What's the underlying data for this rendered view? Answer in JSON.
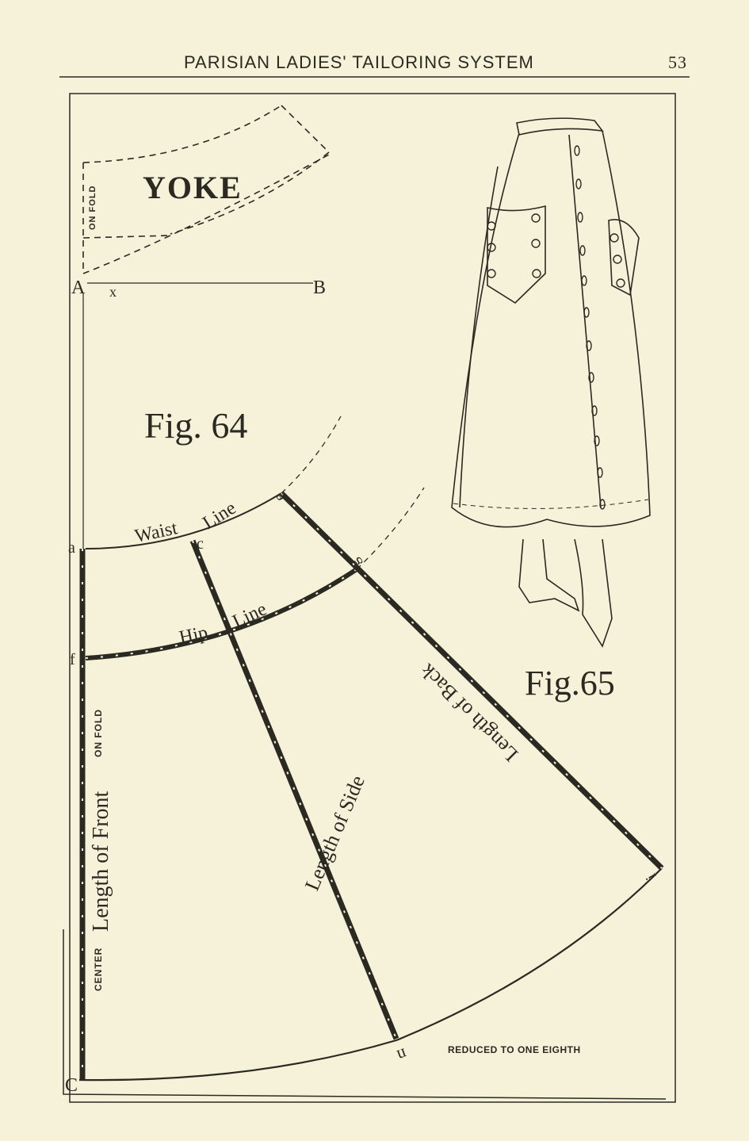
{
  "header": {
    "running_title": "PARISIAN LADIES' TAILORING SYSTEM",
    "page_number": "53"
  },
  "yoke": {
    "title": "YOKE",
    "fold_label": "ON FOLD"
  },
  "points": {
    "A": "A",
    "B": "B",
    "x": "x",
    "a": "a",
    "f": "f",
    "C": "C",
    "c": "c",
    "e": "e",
    "g": "g",
    "i": "i",
    "n": "n"
  },
  "figures": {
    "fig64": "Fig. 64",
    "fig65": "Fig.65"
  },
  "lines": {
    "waist_1": "Waist",
    "waist_2": "Line",
    "hip_1": "Hip",
    "hip_2": "Line",
    "front": "Length of Front",
    "side": "Length of Side",
    "back": "Length of Back",
    "center": "CENTER",
    "on_fold": "ON FOLD"
  },
  "note": "REDUCED TO ONE EIGHTH"
}
